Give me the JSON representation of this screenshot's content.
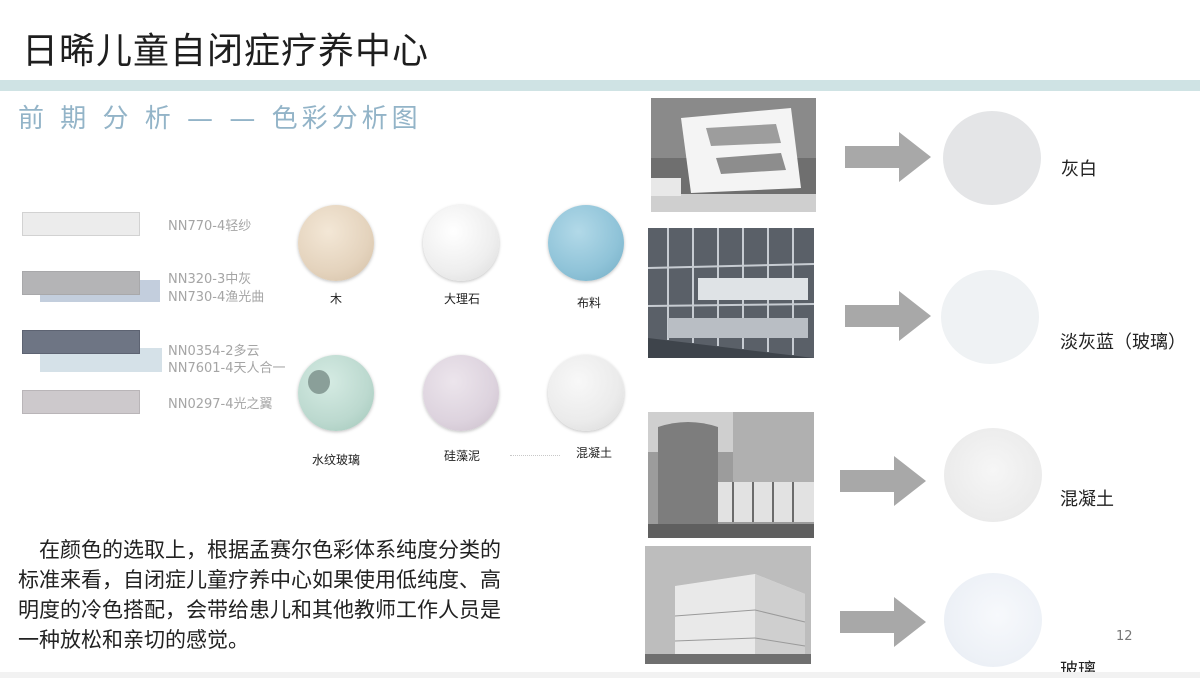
{
  "header": {
    "title": "日晞儿童自闭症疗养中心",
    "subtitle": "前 期 分 析 — — 色彩分析图"
  },
  "swatches": [
    {
      "label": "NN770-4轻纱",
      "color": "#ececec"
    },
    {
      "label": "NN320-3中灰",
      "color": "#b4b4b6"
    },
    {
      "label": "NN730-4渔光曲",
      "color": "#c3cedd"
    },
    {
      "label": "NN0354-2多云",
      "color": "#6e7584"
    },
    {
      "label": "NN7601-4天人合一",
      "color": "#d5e1e8"
    },
    {
      "label": "NN0297-4光之翼",
      "color": "#cdc9cc"
    }
  ],
  "materials": [
    {
      "label": "木",
      "color": "#e4d3bd"
    },
    {
      "label": "大理石",
      "color": "#f0f0f0"
    },
    {
      "label": "布料",
      "color": "#8fc3d8"
    },
    {
      "label": "水纹玻璃",
      "color": "#bcd9cf"
    },
    {
      "label": "硅藻泥",
      "color": "#ddd3de"
    },
    {
      "label": "混凝土",
      "color": "#ebebeb"
    }
  ],
  "paragraph": {
    "lines": [
      "　在颜色的选取上，根据孟赛尔色彩体系纯度分类的",
      "标准来看，自闭症儿童疗养中心如果使用低纯度、高",
      "明度的冷色搭配，会带给患儿和其他教师工作人员是",
      "一种放松和亲切的感觉。"
    ]
  },
  "results": [
    {
      "label": "灰白",
      "color": "#e4e5e7"
    },
    {
      "label": "淡灰蓝（玻璃）",
      "color": "#eff2f4"
    },
    {
      "label": "混凝土",
      "color": "#eeeeee"
    },
    {
      "label": "玻璃",
      "color": "#ecf0f6"
    }
  ],
  "page_number": "12"
}
